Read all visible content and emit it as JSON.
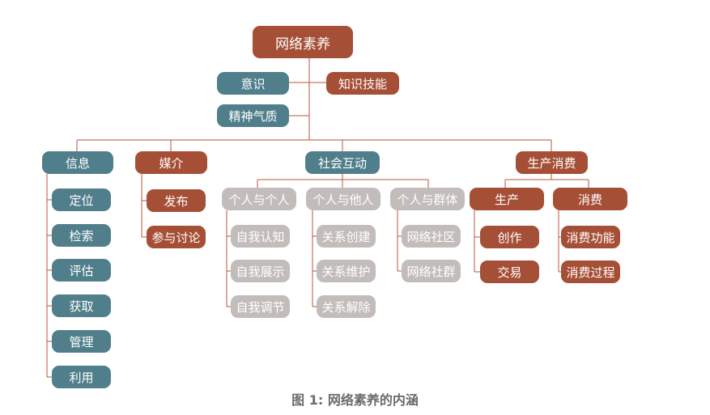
{
  "root": "网络素养",
  "top_left": [
    "意识",
    "精神气质"
  ],
  "top_right": "知识技能",
  "info": {
    "title": "信息",
    "items": [
      "定位",
      "检索",
      "评估",
      "获取",
      "管理",
      "利用"
    ]
  },
  "media": {
    "title": "媒介",
    "items": [
      "发布",
      "参与讨论"
    ]
  },
  "social": {
    "title": "社会互动",
    "groups": [
      {
        "title": "个人与个人",
        "items": [
          "自我认知",
          "自我展示",
          "自我调节"
        ]
      },
      {
        "title": "个人与他人",
        "items": [
          "关系创建",
          "关系维护",
          "关系解除"
        ]
      },
      {
        "title": "个人与群体",
        "items": [
          "网络社区",
          "网络社群"
        ]
      }
    ]
  },
  "consume": {
    "title": "生产消费",
    "groups": [
      {
        "title": "生产",
        "items": [
          "创作",
          "交易"
        ]
      },
      {
        "title": "消费",
        "items": [
          "消费功能",
          "消费过程"
        ]
      }
    ]
  },
  "caption": "图 1: 网络素养的内涵",
  "colors": {
    "brown": "#a64f37",
    "teal": "#507f8b",
    "gray": "#c2bdba",
    "line": "#b8563d"
  }
}
